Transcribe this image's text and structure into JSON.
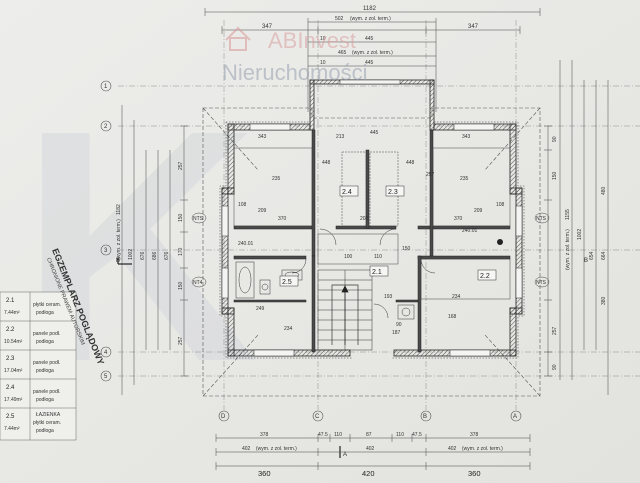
{
  "watermark": {
    "line1": "ABInvest",
    "line2": "Nieruchomości",
    "bg_letter": "K",
    "brand_color": "#c0504d"
  },
  "top_dims": {
    "overall": "1182",
    "wym_502": "502",
    "wym_502_note": "(wym. z zol. term.)",
    "d347_left": "347",
    "d347_right": "347",
    "d10a": "10",
    "d445": "445",
    "d465": "465",
    "d465_note": "(wym. z zol. term.)",
    "d10b": "10",
    "d445b": "445"
  },
  "bottom_dims": {
    "r1": [
      "378",
      "47.5",
      "110",
      "87",
      "110",
      "47.5",
      "378"
    ],
    "r2_left": "402",
    "r2_left_note": "(wym. z zol. term.)",
    "r2_mid": "402",
    "r2_right": "402",
    "r2_right_note": "(wym. z zol. term.)",
    "r3": [
      "360",
      "420",
      "360"
    ]
  },
  "left_dims": {
    "c1": "1182",
    "c1_note": "(wym. z zol. term.)",
    "c2": "1002",
    "c3": "676",
    "c4": "686",
    "c5": "676",
    "a257": "257",
    "a150": "150",
    "a170": "170",
    "a150b": "150",
    "a257b": "257"
  },
  "right_dims": {
    "r1": "1155",
    "r1_note": "(wym. z zol. term.)",
    "r2": "1002",
    "r3": "654",
    "r4": "664",
    "r5": "480",
    "r6": "380",
    "a90": "90",
    "a150": "150",
    "a257": "257",
    "a90b": "90"
  },
  "grid_rows": [
    "1",
    "2",
    "3",
    "4",
    "5"
  ],
  "grid_cols": [
    "D",
    "C",
    "B",
    "A"
  ],
  "section_marks": [
    "B",
    "B",
    "A"
  ],
  "nts": [
    "NTS",
    "NT4",
    "NTS",
    "NTS"
  ],
  "rooms": [
    {
      "id": "2.1",
      "label": "2.1"
    },
    {
      "id": "2.2",
      "label": "2.2"
    },
    {
      "id": "2.3",
      "label": "2.3"
    },
    {
      "id": "2.4",
      "label": "2.4"
    },
    {
      "id": "2.5",
      "label": "2.5"
    }
  ],
  "inner_dims": {
    "t343a": "343",
    "t343b": "343",
    "t213": "213",
    "t445": "445",
    "t448a": "448",
    "t448b": "448",
    "t108a": "108",
    "t108b": "108",
    "t370a": "370",
    "t370b": "370",
    "t202": "202",
    "t209a": "209",
    "t209b": "209",
    "t235a": "235",
    "t235b": "235",
    "t234a": "234",
    "t234b": "234",
    "t249": "249",
    "t193": "193",
    "t90": "90",
    "t187": "187",
    "t240a": "240.01",
    "t240b": "240.01",
    "t150": "150",
    "t168": "168",
    "t257": "257",
    "t100": "100",
    "t110": "110"
  },
  "stamp": {
    "title": "EGZEMPLARZ POGLĄDOWY",
    "subtitle": "CHRONIONE PRAWEM AUTORSKIM"
  },
  "legend_table": [
    {
      "no": "2.5",
      "area": "7.44m²",
      "name": "ŁAZIENKA",
      "floor": "płytki ceram.",
      "floor2": "podłoga"
    },
    {
      "no": "2.4",
      "area": "17.49m²",
      "name": "",
      "floor": "panele podł.",
      "floor2": "podłoga"
    },
    {
      "no": "2.3",
      "area": "17.04m²",
      "name": "",
      "floor": "panele podł.",
      "floor2": "podłoga"
    },
    {
      "no": "2.2",
      "area": "10.54m²",
      "name": "",
      "floor": "panele podł.",
      "floor2": "podłoga"
    },
    {
      "no": "2.1",
      "area": "7.44m²",
      "name": "",
      "floor": "płytki ceram.",
      "floor2": "podłoga"
    }
  ]
}
